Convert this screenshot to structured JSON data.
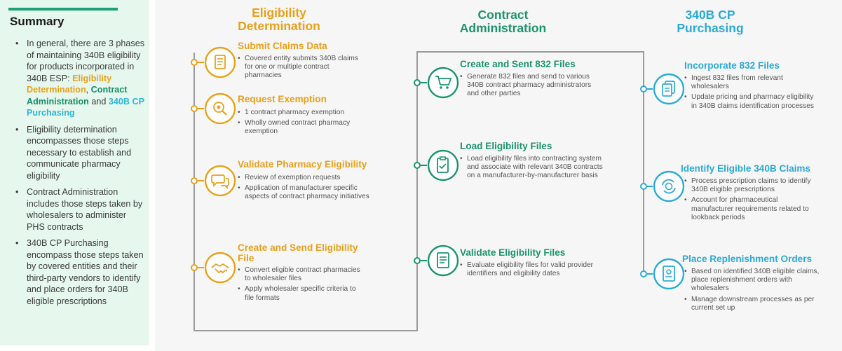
{
  "summary": {
    "title": "Summary",
    "bullet1_pre": "In general, there are 3 phases of maintaining 340B eligibility for products incorporated in 340B ESP:",
    "bullet1_eligibility": "Eligibility Determination",
    "bullet1_comma": ",",
    "bullet1_contract": "Contract Administration",
    "bullet1_and": "and",
    "bullet1_cp": "340B CP Purchasing",
    "bullet2": "Eligibility determination encompasses those steps necessary to establish and communicate pharmacy eligibility",
    "bullet3": "Contract Administration includes those steps taken by wholesalers to administer PHS contracts",
    "bullet4": "340B CP Purchasing encompass those steps taken by covered entities and their third-party vendors to identify and place orders for 340B eligible prescriptions"
  },
  "colors": {
    "eligibility": "#e9a019",
    "contract": "#1a946b",
    "purchasing": "#2aaad6",
    "summary_bg": "#e6f7ee",
    "line": "#9b9b9b"
  },
  "columns": [
    {
      "title_line1": "Eligibility",
      "title_line2": "Determination",
      "steps": [
        {
          "title": "Submit Claims Data",
          "icon": "document-list-icon",
          "bullets": [
            "Covered entity submits 340B claims for one or multiple contract pharmacies"
          ]
        },
        {
          "title": "Request Exemption",
          "icon": "magnifier-gear-icon",
          "bullets": [
            "1 contract pharmacy exemption",
            "Wholly owned contract pharmacy exemption"
          ]
        },
        {
          "title": "Validate Pharmacy Eligibility",
          "icon": "chat-bubbles-icon",
          "bullets": [
            "Review of exemption requests",
            "Application of manufacturer specific aspects of contract pharmacy initiatives"
          ]
        },
        {
          "title_line1": "Create and Send Eligibility",
          "title_line2": "File",
          "icon": "handshake-icon",
          "bullets": [
            "Convert eligible contract pharmacies to wholesaler files",
            "Apply wholesaler specific criteria to file formats"
          ]
        }
      ]
    },
    {
      "title_line1": "Contract",
      "title_line2": "Administration",
      "steps": [
        {
          "title": "Create and Sent 832 Files",
          "icon": "shopping-cart-icon",
          "bullets": [
            "Generate 832 files and send to various 340B contract pharmacy administrators and other parties"
          ]
        },
        {
          "title": "Load Eligibility Files",
          "icon": "clipboard-check-icon",
          "bullets": [
            "Load eligibility files into contracting system and associate with relevant 340B contracts on a manufacturer-by-manufacturer basis"
          ]
        },
        {
          "title": "Validate Eligibility Files",
          "icon": "document-lines-icon",
          "bullets": [
            "Evaluate eligibility files for valid provider identifiers and eligibility dates"
          ]
        }
      ]
    },
    {
      "title_line1": "340B CP",
      "title_line2": "Purchasing",
      "steps": [
        {
          "title": "Incorporate 832 Files",
          "icon": "documents-icon",
          "bullets": [
            "Ingest 832 files from relevant wholesalers",
            "Update pricing and pharmacy eligibility in 340B claims identification processes"
          ]
        },
        {
          "title": "Identify Eligible 340B Claims",
          "icon": "money-cycle-icon",
          "bullets": [
            "Process prescription claims to identify 340B eligible prescriptions",
            "Account for pharmaceutical manufacturer requirements related to lookback periods"
          ]
        },
        {
          "title": "Place Replenishment Orders",
          "icon": "order-document-icon",
          "bullets": [
            "Based on identified 340B eligible claims, place replenishment orders with wholesalers",
            "Manage downstream processes as per current set up"
          ]
        }
      ]
    }
  ]
}
